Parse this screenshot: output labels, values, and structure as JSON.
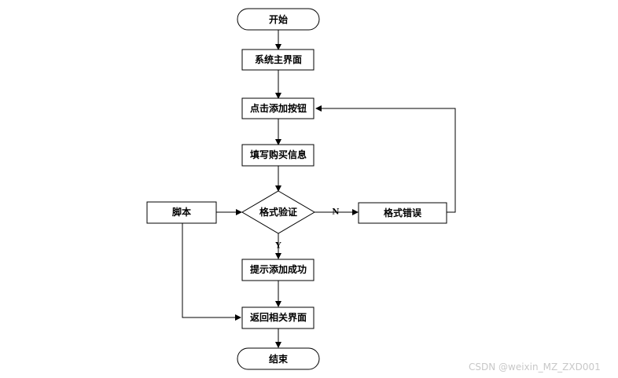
{
  "nodes": {
    "start": "开始",
    "main": "系统主界面",
    "click_add": "点击添加按钮",
    "fill_info": "填写购买信息",
    "validate": "格式验证",
    "format_error": "格式错误",
    "script": "脚本",
    "success": "提示添加成功",
    "return": "返回相关界面",
    "end": "结束"
  },
  "edge_labels": {
    "no": "N",
    "yes": "Y"
  },
  "watermark": "CSDN @weixin_MZ_ZXD001"
}
